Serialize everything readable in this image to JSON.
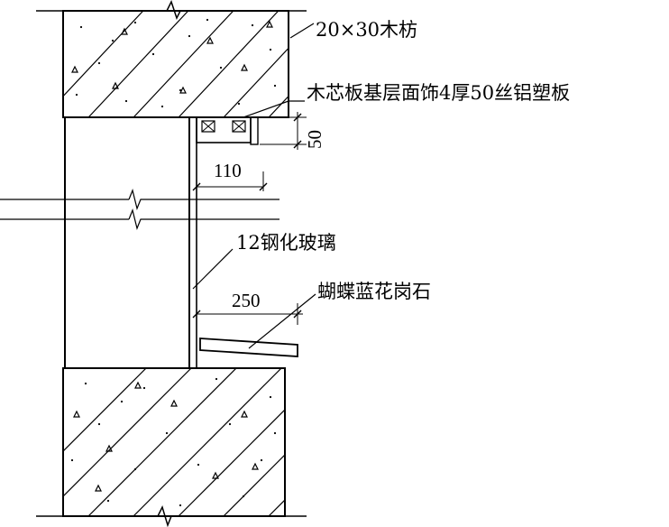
{
  "labels": {
    "wood_strip": "20×30木枋",
    "board": "木芯板基层面饰4厚50丝铝塑板",
    "glass": "12钢化玻璃",
    "stone": "蝴蝶蓝花岗石"
  },
  "dimensions": {
    "d50": "50",
    "d110": "110",
    "d250": "250"
  }
}
